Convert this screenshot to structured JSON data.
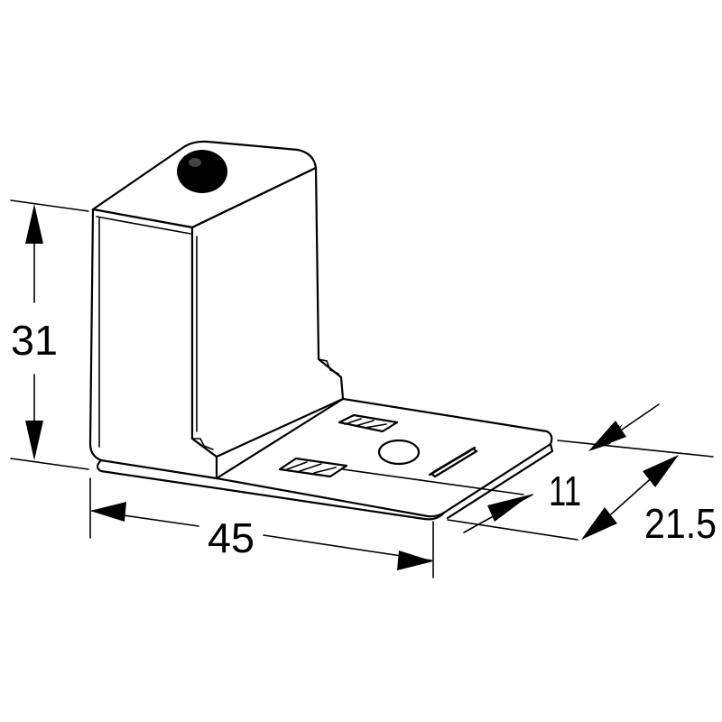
{
  "dimensions": {
    "height": "31",
    "width": "45",
    "depth": "21.5",
    "slot_offset": "11"
  },
  "colors": {
    "line": "#000000",
    "background": "#ffffff",
    "knob": "#000000"
  }
}
